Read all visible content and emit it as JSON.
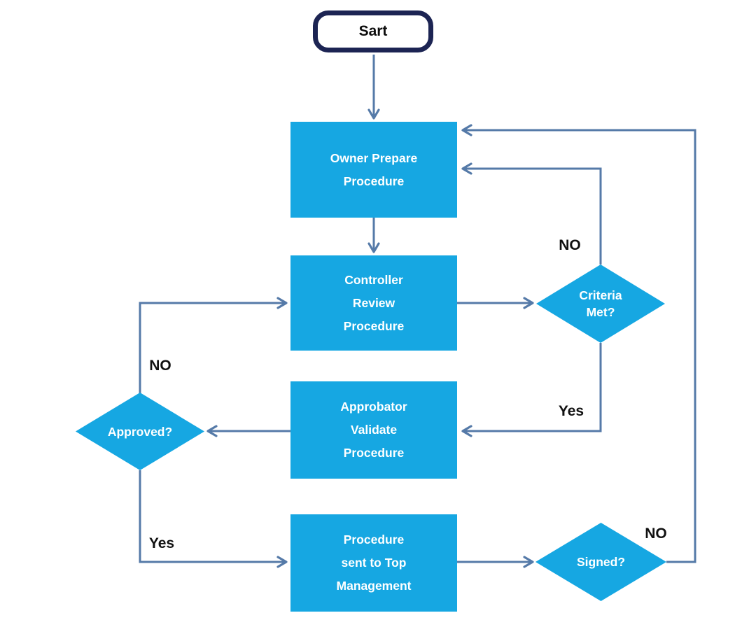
{
  "diagram": {
    "type": "flowchart",
    "nodes": {
      "start": {
        "label": "Sart",
        "shape": "terminator"
      },
      "owner": {
        "label": "Owner Prepare\nProcedure",
        "shape": "process"
      },
      "controller": {
        "label": "Controller\nReview\nProcedure",
        "shape": "process"
      },
      "approbator": {
        "label": "Approbator\nValidate\nProcedure",
        "shape": "process"
      },
      "sent": {
        "label": "Procedure\nsent to Top\nManagement",
        "shape": "process"
      },
      "criteria": {
        "label": "Criteria\nMet?",
        "shape": "decision"
      },
      "approved": {
        "label": "Approved?",
        "shape": "decision"
      },
      "signed": {
        "label": "Signed?",
        "shape": "decision"
      }
    },
    "edge_labels": {
      "criteria_no": "NO",
      "criteria_yes": "Yes",
      "approved_no": "NO",
      "approved_yes": "Yes",
      "signed_no": "NO"
    },
    "edges": [
      {
        "from": "start",
        "to": "owner",
        "label": ""
      },
      {
        "from": "owner",
        "to": "controller",
        "label": ""
      },
      {
        "from": "controller",
        "to": "criteria",
        "label": ""
      },
      {
        "from": "criteria",
        "to": "owner",
        "label": "NO"
      },
      {
        "from": "criteria",
        "to": "approbator",
        "label": "Yes"
      },
      {
        "from": "approbator",
        "to": "approved",
        "label": ""
      },
      {
        "from": "approved",
        "to": "controller",
        "label": "NO"
      },
      {
        "from": "approved",
        "to": "sent",
        "label": "Yes"
      },
      {
        "from": "sent",
        "to": "signed",
        "label": ""
      },
      {
        "from": "signed",
        "to": "owner",
        "label": "NO"
      }
    ],
    "colors": {
      "node_fill": "#16a7e2",
      "node_text": "#ffffff",
      "terminator_border": "#1c2453",
      "connector": "#557aa8",
      "label_text": "#111111"
    }
  }
}
